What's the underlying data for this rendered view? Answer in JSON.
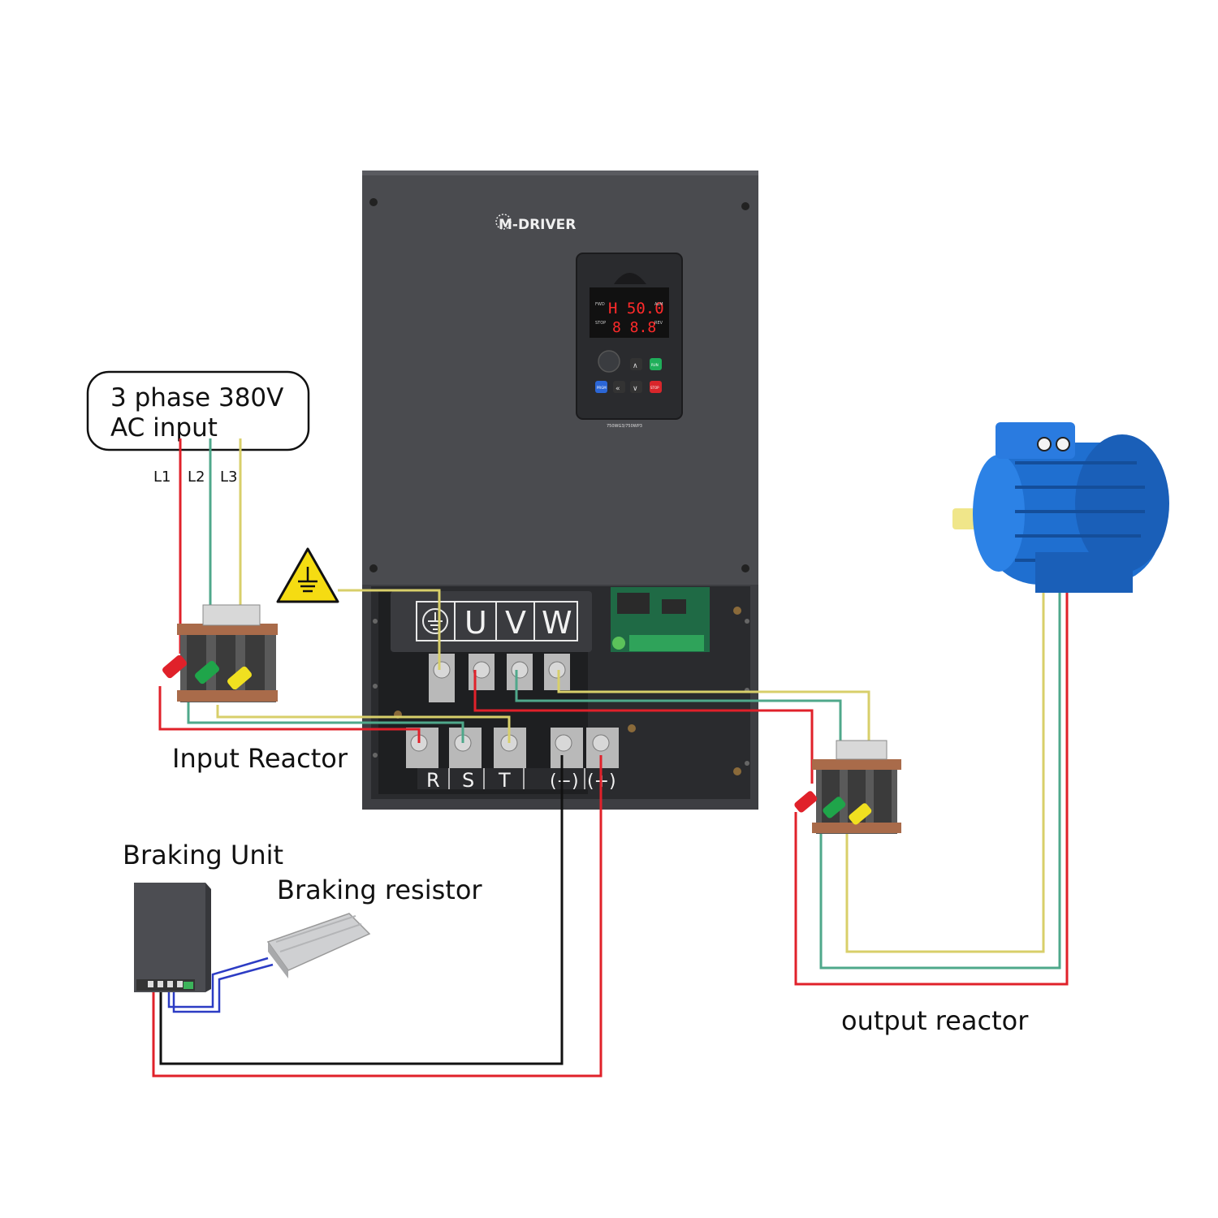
{
  "source_box": {
    "line1": "3 phase 380V",
    "line2": "AC input"
  },
  "phases": [
    "L1",
    "L2",
    "L3"
  ],
  "brand": "M-DRIVER",
  "keypad": {
    "display_top": "H 50.0",
    "display_bottom": "8 8.8",
    "leds": [
      "FWD",
      "ALM",
      "STOP",
      "REV"
    ],
    "buttons": [
      "PRGM",
      "«",
      "∧",
      "∨",
      "RUN",
      "STOP"
    ],
    "model": "750WG3/750WP3"
  },
  "output_terminals": [
    "U",
    "V",
    "W"
  ],
  "input_terminals": [
    "R",
    "S",
    "T",
    "(−)",
    "(+)"
  ],
  "labels": {
    "input_reactor": "Input Reactor",
    "output_reactor": "output reactor",
    "braking_unit": "Braking Unit",
    "braking_resistor": "Braking resistor"
  },
  "colors": {
    "l1": "#e0212a",
    "l2": "#4fa88b",
    "l3": "#d8cf6a",
    "black_wire": "#111111",
    "blue_wire": "#2c3cc4",
    "drive_body": "#4a4b4f",
    "motor": "#1f6fd0"
  }
}
